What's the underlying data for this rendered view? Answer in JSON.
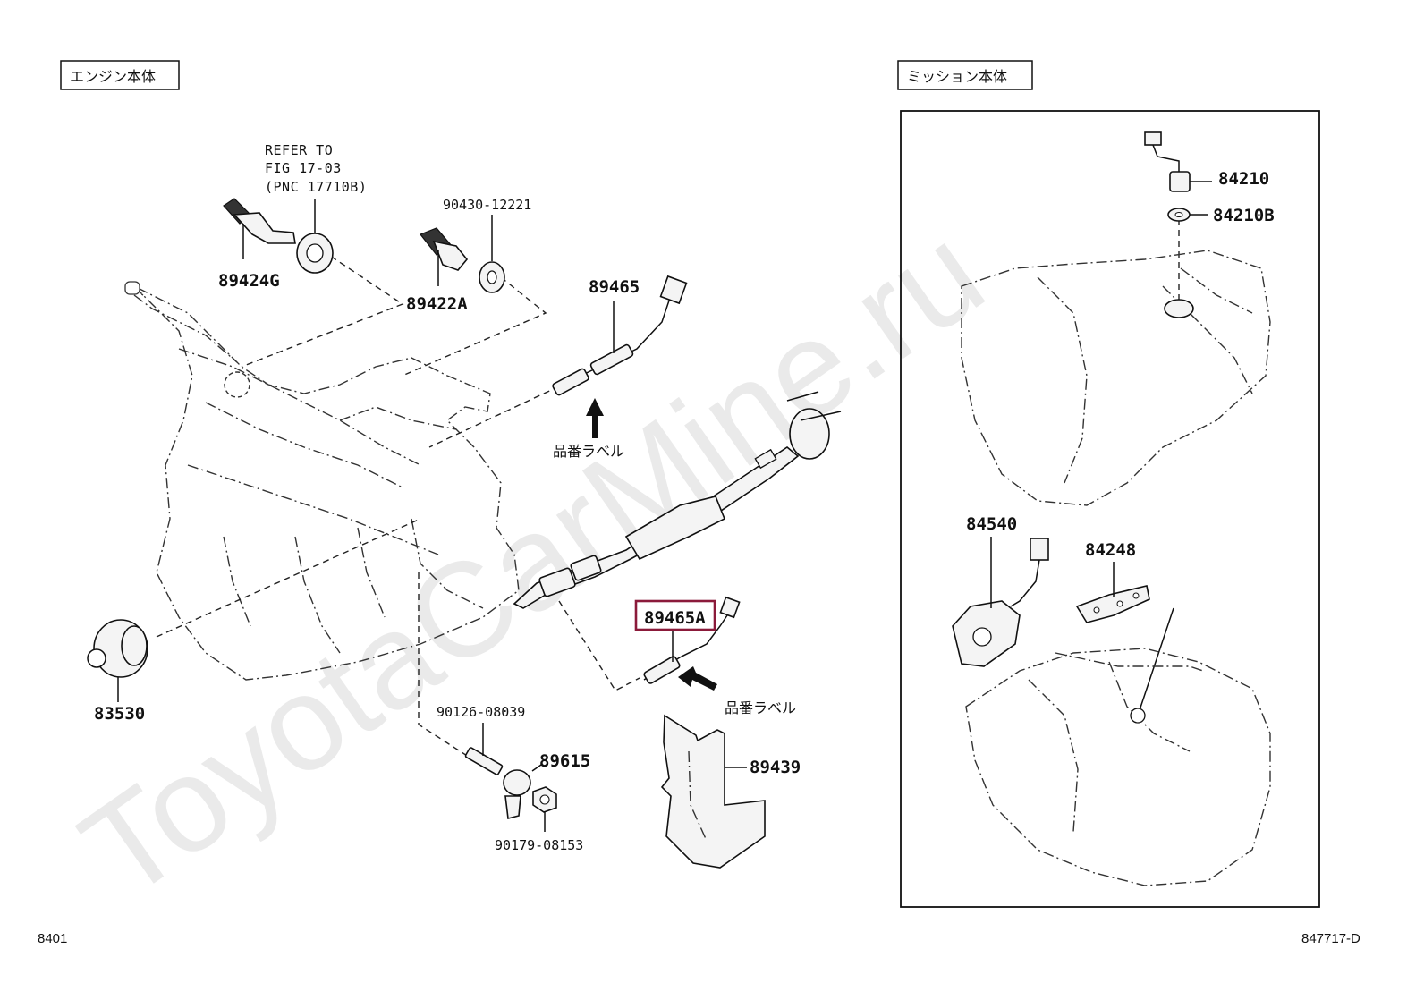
{
  "sections": {
    "engine_title": "エンジン本体",
    "mission_title": "ミッション本体"
  },
  "refer_note": {
    "line1": "REFER TO",
    "line2": "FIG 17-03",
    "line3": "(PNC 17710B)"
  },
  "parts": {
    "p89424G": "89424G",
    "p89422A": "89422A",
    "p90430": "90430-12221",
    "p89465": "89465",
    "p89465A": "89465A",
    "p83530": "83530",
    "p90126": "90126-08039",
    "p89615": "89615",
    "p90179": "90179-08153",
    "p89439": "89439",
    "p84210": "84210",
    "p84210B": "84210B",
    "p84540": "84540",
    "p84248": "84248"
  },
  "label_notes": {
    "part_label_1": "品番ラベル",
    "part_label_2": "品番ラベル"
  },
  "highlight_color": "#8b1a3a",
  "footer": {
    "left": "8401",
    "right": "847717-D"
  },
  "watermark": "ToyotaCarMine.ru"
}
